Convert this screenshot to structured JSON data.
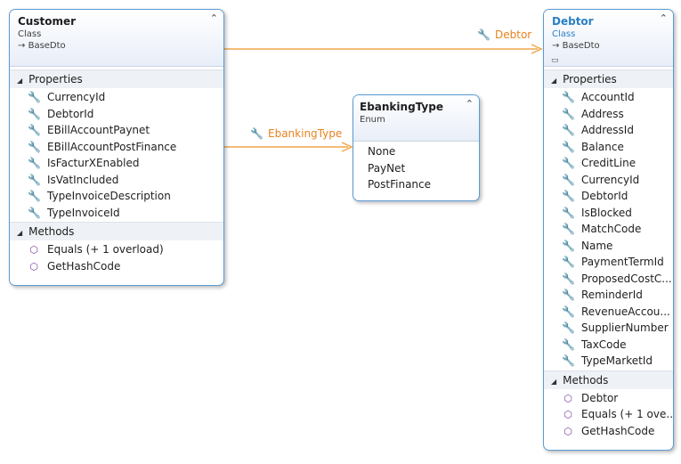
{
  "colors": {
    "border": "#5b9bd5",
    "connector": "#f0a64a",
    "connector_label": "#e8821f",
    "debtor_title": "#2a7fc4"
  },
  "connectors": [
    {
      "label": "Debtor",
      "icon": "wrench-icon"
    },
    {
      "label": "EbankingType",
      "icon": "wrench-icon"
    }
  ],
  "customer": {
    "name": "Customer",
    "kind": "Class",
    "base": "BaseDto",
    "properties_label": "Properties",
    "properties": [
      "CurrencyId",
      "DebtorId",
      "EBillAccountPaynet",
      "EBillAccountPostFinance",
      "IsFacturXEnabled",
      "IsVatIncluded",
      "TypeInvoiceDescription",
      "TypeInvoiceId"
    ],
    "methods_label": "Methods",
    "methods": [
      "Equals",
      "GetHashCode"
    ],
    "equals_overload": "(+ 1 overload)"
  },
  "ebanking": {
    "name": "EbankingType",
    "kind": "Enum",
    "values": [
      "None",
      "PayNet",
      "PostFinance"
    ]
  },
  "debtor": {
    "name": "Debtor",
    "kind": "Class",
    "base": "BaseDto",
    "properties_label": "Properties",
    "properties": [
      "AccountId",
      "Address",
      "AddressId",
      "Balance",
      "CreditLine",
      "CurrencyId",
      "DebtorId",
      "IsBlocked",
      "MatchCode",
      "Name",
      "PaymentTermId",
      "ProposedCostC...",
      "ReminderId",
      "RevenueAccou...",
      "SupplierNumber",
      "TaxCode",
      "TypeMarketId"
    ],
    "methods_label": "Methods",
    "methods": [
      "Debtor",
      "Equals (+ 1 ove...",
      "GetHashCode"
    ]
  }
}
